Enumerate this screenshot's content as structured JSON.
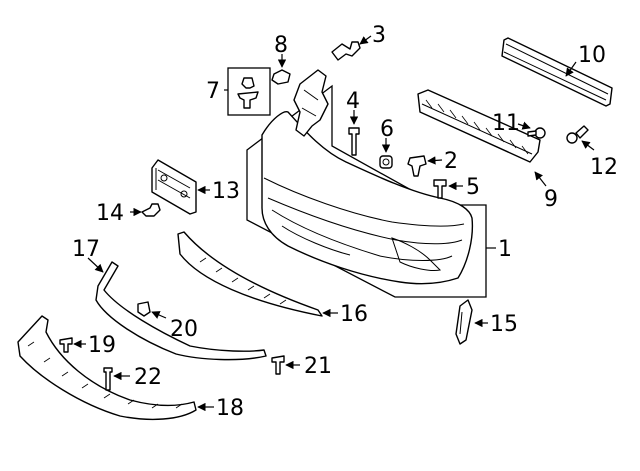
{
  "callouts": [
    {
      "id": "1",
      "text": "1"
    },
    {
      "id": "2",
      "text": "2"
    },
    {
      "id": "3",
      "text": "3"
    },
    {
      "id": "4",
      "text": "4"
    },
    {
      "id": "5",
      "text": "5"
    },
    {
      "id": "6",
      "text": "6"
    },
    {
      "id": "7",
      "text": "7"
    },
    {
      "id": "8",
      "text": "8"
    },
    {
      "id": "9",
      "text": "9"
    },
    {
      "id": "10",
      "text": "10"
    },
    {
      "id": "11",
      "text": "11"
    },
    {
      "id": "12",
      "text": "12"
    },
    {
      "id": "13",
      "text": "13"
    },
    {
      "id": "14",
      "text": "14"
    },
    {
      "id": "15",
      "text": "15"
    },
    {
      "id": "16",
      "text": "16"
    },
    {
      "id": "17",
      "text": "17"
    },
    {
      "id": "18",
      "text": "18"
    },
    {
      "id": "19",
      "text": "19"
    },
    {
      "id": "20",
      "text": "20"
    },
    {
      "id": "21",
      "text": "21"
    },
    {
      "id": "22",
      "text": "22"
    }
  ],
  "colors": {
    "line": "#000000",
    "background": "#ffffff"
  }
}
